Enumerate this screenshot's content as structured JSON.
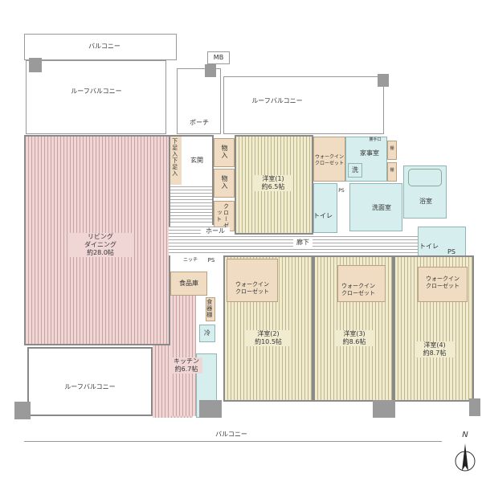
{
  "rooms": {
    "balcony_top": "バルコニー",
    "mb": "MB",
    "roof_balcony_left": "ルーフバルコニー",
    "porch": "ポーチ",
    "roof_balcony_right": "ルーフバルコニー",
    "shoe_storage": "下足入下足入",
    "entrance": "玄関",
    "storage1": "物入",
    "storage2": "物入",
    "closet": "クローゼット",
    "western1": "洋室(1)\n約6.5帖",
    "walkin1": "ウォークイン\nクローゼット",
    "utility": "家事室",
    "washer": "洗",
    "back_door": "勝手口",
    "shelf": "棚",
    "toilet1": "トイレ",
    "ps": "PS",
    "washroom": "洗面室",
    "bathroom": "浴室",
    "hall": "ホール",
    "corridor": "廊下",
    "toilet2": "トイレ",
    "living": "リビング\nダイニング\n約28.0帖",
    "niche": "ニッチ",
    "pantry": "食品庫",
    "dish_shelf": "食器棚",
    "fridge": "冷",
    "kitchen": "キッチン\n約6.7帖",
    "walkin2": "ウォークイン\nクローゼット",
    "western2": "洋室(2)\n約10.5帖",
    "walkin3": "ウォークイン\nクローゼット",
    "western3": "洋室(3)\n約8.6帖",
    "walkin4": "ウォークイン\nクローゼット",
    "western4": "洋室(4)\n約8.7帖",
    "roof_balcony_bottom": "ルーフバルコニー",
    "balcony_bottom": "バルコニー"
  },
  "compass": "N"
}
